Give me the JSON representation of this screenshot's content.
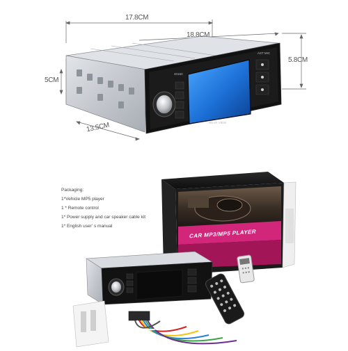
{
  "dimensions": {
    "width": "17.8CM",
    "depth": "18.8CM",
    "height": "5.8CM",
    "front_height": "5CM",
    "length": "13.5CM"
  },
  "unit_labels": {
    "model": "4016C",
    "rear_view": "REAR VIEW",
    "top_mode": "AST MIC"
  },
  "packaging": {
    "title": "Packaging:",
    "items": [
      "1*Vehicle MP5 player",
      "1 * Remote control",
      "1* Power supply and car speaker cable kit",
      "1* English user’ s manual"
    ]
  },
  "box": {
    "brand": "CAR MP3/MP5 PLAYER"
  },
  "colors": {
    "box_magenta": "#d1267a",
    "box_black": "#151515",
    "metal": "#c8ccd1",
    "screen_blue": "#1f78d8"
  }
}
